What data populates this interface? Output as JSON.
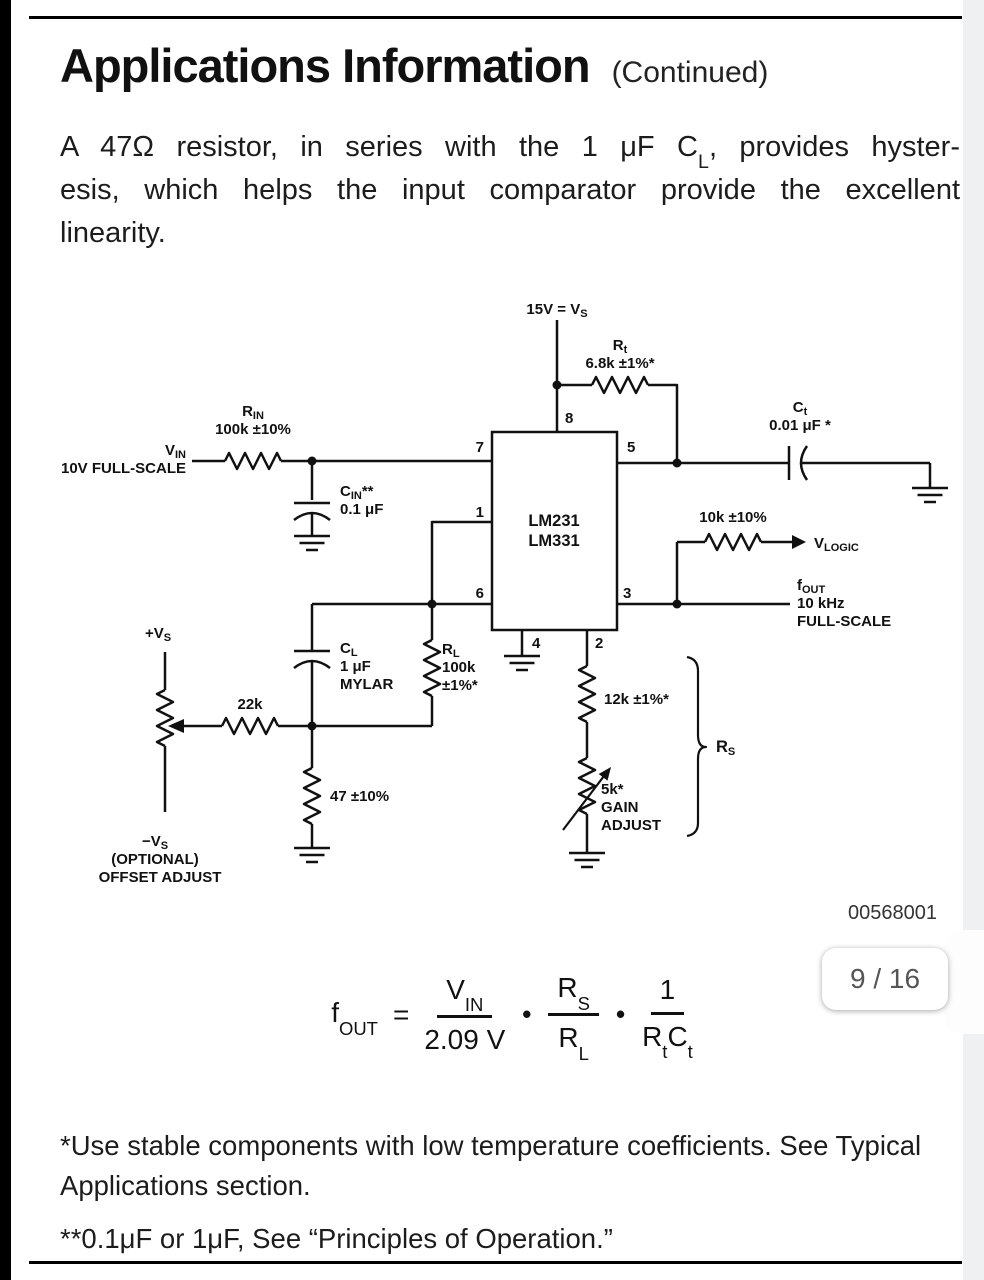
{
  "viewer": {
    "page_pill": "9 / 16"
  },
  "header": {
    "title": "Applications Information",
    "continued": "(Continued)"
  },
  "paragraph": {
    "line1_pre": "A 47Ω resistor, in series with the 1 μF C",
    "line1_sub": "L",
    "line1_post": ", provides hyster-",
    "line2": "esis, which helps the input comparator provide the excellent",
    "line3": "linearity."
  },
  "figure_id": "00568001",
  "circuit": {
    "supply": {
      "label": "15V = V",
      "sub": "S"
    },
    "rt": {
      "name": "R",
      "sub": "t",
      "value": "6.8k ±1%*"
    },
    "pins": {
      "pin1": "1",
      "pin2": "2",
      "pin3": "3",
      "pin4": "4",
      "pin5": "5",
      "pin6": "6",
      "pin7": "7",
      "pin8": "8"
    },
    "ic": {
      "line1": "LM231",
      "line2": "LM331"
    },
    "ct": {
      "name": "C",
      "sub": "t",
      "value": "0.01 μF *"
    },
    "rin": {
      "name": "R",
      "sub": "IN",
      "value": "100k ±10%"
    },
    "vin": {
      "name": "V",
      "sub": "IN",
      "scale": "10V FULL-SCALE"
    },
    "cin": {
      "name": "C",
      "sub": "IN",
      "stars": "**",
      "value": "0.1 μF"
    },
    "rpull": {
      "value": "10k ±10%"
    },
    "vlogic": {
      "name": "V",
      "sub": "LOGIC"
    },
    "fout": {
      "name": "f",
      "sub": "OUT",
      "freq": "10 kHz",
      "scale": "FULL-SCALE"
    },
    "cl": {
      "name": "C",
      "sub": "L",
      "value": "1 μF",
      "kind": "MYLAR"
    },
    "rl": {
      "name": "R",
      "sub": "L",
      "value": "100k",
      "tol": "±1%*"
    },
    "r22k": {
      "value": "22k"
    },
    "r47": {
      "value": "47 ±10%"
    },
    "vs_plus": {
      "label": "+V",
      "sub": "S"
    },
    "vs_minus": {
      "label": "−V",
      "sub": "S",
      "opt": "(OPTIONAL)",
      "offset": "OFFSET ADJUST"
    },
    "r12k": {
      "value": "12k ±1%*"
    },
    "gain": {
      "value": "5k*",
      "l1": "GAIN",
      "l2": "ADJUST"
    },
    "rs": {
      "name": "R",
      "sub": "S"
    }
  },
  "formula": {
    "lhs": "f",
    "lhs_sub": "OUT",
    "equals": "=",
    "f1_num": "V",
    "f1_num_sub": "IN",
    "f1_den": "2.09 V",
    "dot1": "•",
    "f2_num": "R",
    "f2_num_sub": "S",
    "f2_den": "R",
    "f2_den_sub": "L",
    "dot2": "•",
    "f3_num": "1",
    "f3_den_a": "R",
    "f3_den_a_sub": "t",
    "f3_den_b": "C",
    "f3_den_b_sub": "t"
  },
  "notes": {
    "note1": "*Use stable components with low temperature coefficients. See Typical Applications section.",
    "note2": "**0.1μF or 1μF, See “Principles of Operation.”"
  }
}
